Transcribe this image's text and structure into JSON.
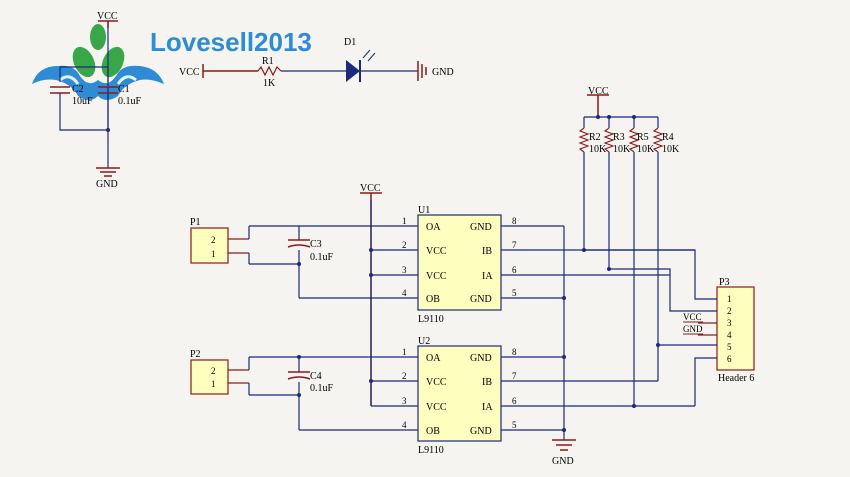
{
  "logo": {
    "text": "Lovesell2013",
    "color": "#2e8bd6"
  },
  "colors": {
    "wire": "#1b2a7a",
    "power": "#8b1a1a",
    "part": "#8b1a1a",
    "chip_fill": "#fefebe",
    "connector_fill": "#fefebe",
    "text": "#111111",
    "led": "#1b2a7a"
  },
  "top_left": {
    "vcc": "VCC",
    "gnd": "GND",
    "c2": {
      "ref": "C2",
      "value": "10uF"
    },
    "c1": {
      "ref": "C1",
      "value": "0.1uF"
    }
  },
  "led_circuit": {
    "vcc": "VCC",
    "r1": {
      "ref": "R1",
      "value": "1K"
    },
    "d1": {
      "ref": "D1"
    },
    "gnd": "GND"
  },
  "pullups": {
    "vcc": "VCC",
    "resistors": [
      {
        "ref": "R2",
        "value": "10K"
      },
      {
        "ref": "R3",
        "value": "10K"
      },
      {
        "ref": "R5",
        "value": "10K"
      },
      {
        "ref": "R4",
        "value": "10K"
      }
    ]
  },
  "chip_vcc": "VCC",
  "u1": {
    "ref": "U1",
    "part": "L9110",
    "left_pins": [
      {
        "num": "1",
        "name": "OA"
      },
      {
        "num": "2",
        "name": "VCC"
      },
      {
        "num": "3",
        "name": "VCC"
      },
      {
        "num": "4",
        "name": "OB"
      }
    ],
    "right_pins": [
      {
        "num": "8",
        "name": "GND"
      },
      {
        "num": "7",
        "name": "IB"
      },
      {
        "num": "6",
        "name": "IA"
      },
      {
        "num": "5",
        "name": "GND"
      }
    ]
  },
  "u2": {
    "ref": "U2",
    "part": "L9110",
    "left_pins": [
      {
        "num": "1",
        "name": "OA"
      },
      {
        "num": "2",
        "name": "VCC"
      },
      {
        "num": "3",
        "name": "VCC"
      },
      {
        "num": "4",
        "name": "OB"
      }
    ],
    "right_pins": [
      {
        "num": "8",
        "name": "GND"
      },
      {
        "num": "7",
        "name": "IB"
      },
      {
        "num": "6",
        "name": "IA"
      },
      {
        "num": "5",
        "name": "GND"
      }
    ]
  },
  "p1": {
    "ref": "P1",
    "pins": [
      "2",
      "1"
    ]
  },
  "p2": {
    "ref": "P2",
    "pins": [
      "2",
      "1"
    ]
  },
  "c3": {
    "ref": "C3",
    "value": "0.1uF"
  },
  "c4": {
    "ref": "C4",
    "value": "0.1uF"
  },
  "gnd_bottom": "GND",
  "p3": {
    "ref": "P3",
    "name": "Header 6",
    "pins": [
      "1",
      "2",
      "3",
      "4",
      "5",
      "6"
    ],
    "net_vcc": "VCC",
    "net_gnd": "GND"
  }
}
